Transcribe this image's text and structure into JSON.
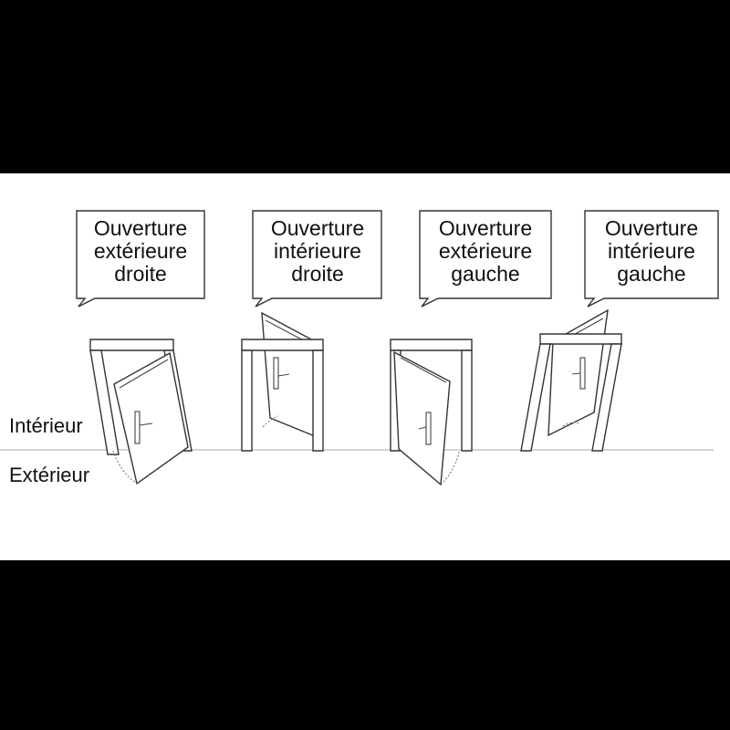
{
  "labels": {
    "interior": "Intérieur",
    "exterior": "Extérieur"
  },
  "doors": [
    {
      "line1": "Ouverture",
      "line2": "extérieure",
      "line3": "droite"
    },
    {
      "line1": "Ouverture",
      "line2": "intérieure",
      "line3": "droite"
    },
    {
      "line1": "Ouverture",
      "line2": "extérieure",
      "line3": "gauche"
    },
    {
      "line1": "Ouverture",
      "line2": "intérieure",
      "line3": "gauche"
    }
  ]
}
